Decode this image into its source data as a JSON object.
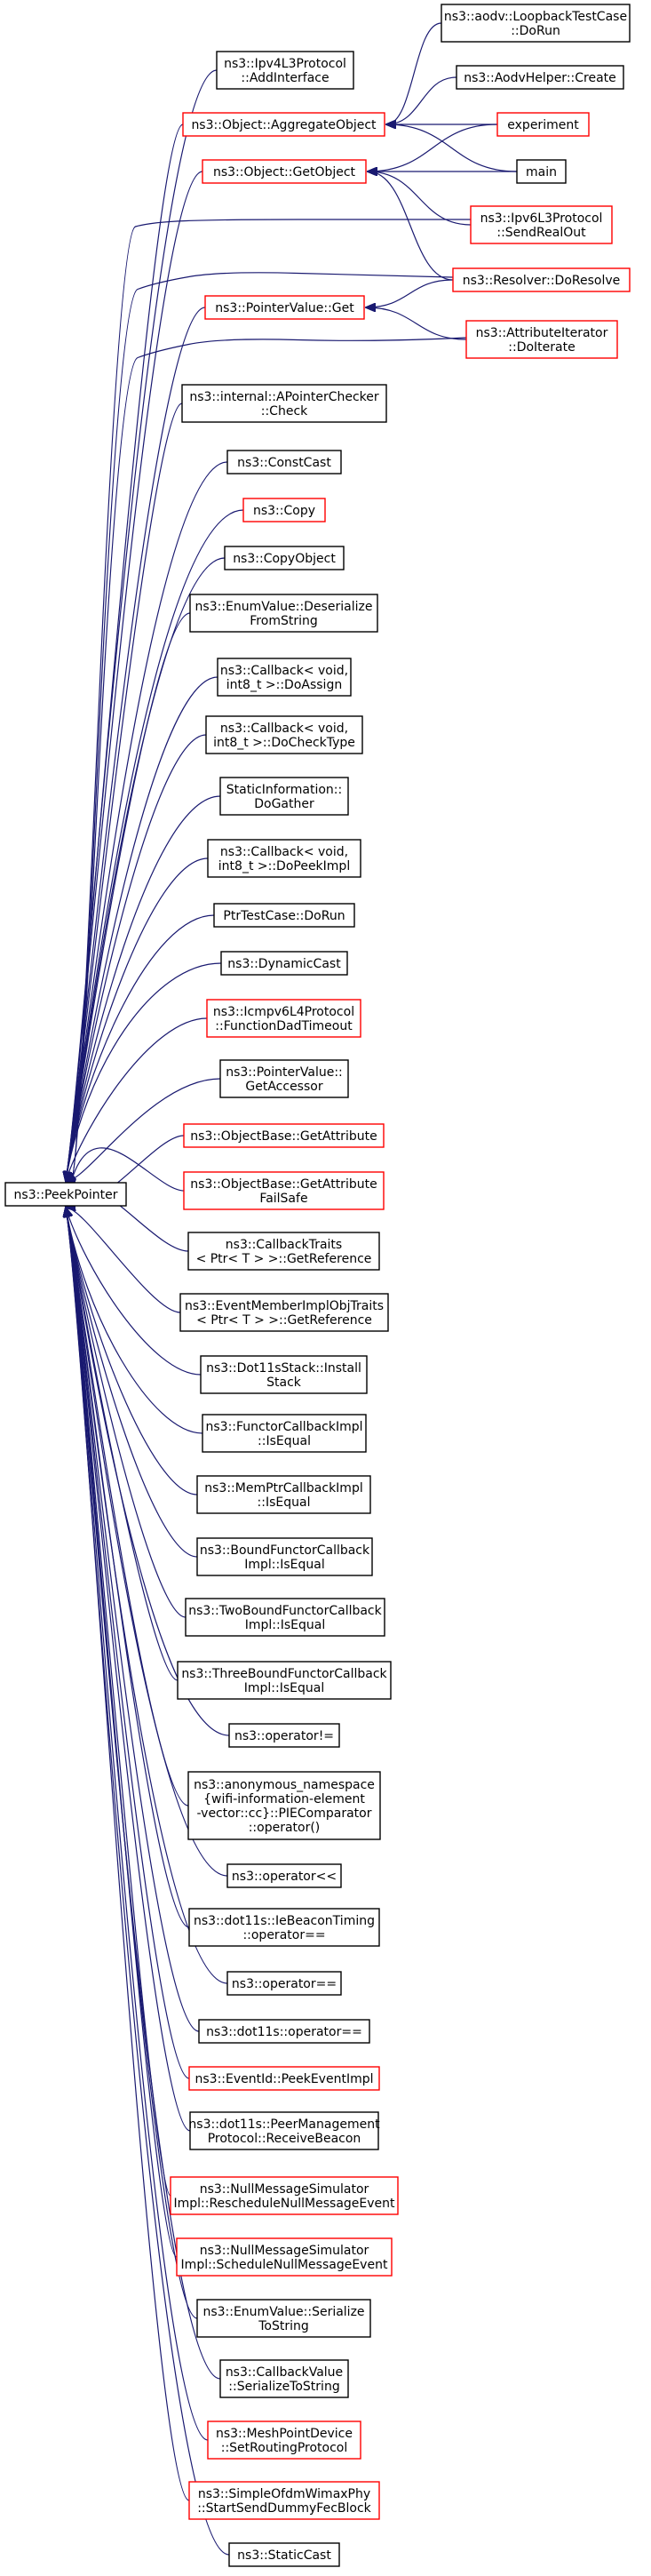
{
  "diagram": {
    "root": {
      "id": "peekpointer",
      "lines": [
        "ns3::PeekPointer"
      ]
    },
    "colors": {
      "edge": "#191970",
      "border_default": "#000000",
      "border_truncated": "#ff0000",
      "root_fill": "#bfbfbf",
      "root_border": "#000000"
    },
    "nodes": [
      {
        "id": "ipv4l3-addinterface",
        "lines": [
          "ns3::Ipv4L3Protocol",
          "::AddInterface"
        ],
        "border": "black"
      },
      {
        "id": "aggregateobject",
        "lines": [
          "ns3::Object::AggregateObject"
        ],
        "border": "red"
      },
      {
        "id": "getobject",
        "lines": [
          "ns3::Object::GetObject"
        ],
        "border": "red"
      },
      {
        "id": "pointervalue-get",
        "lines": [
          "ns3::PointerValue::Get"
        ],
        "border": "red"
      },
      {
        "id": "apointerchecker-check",
        "lines": [
          "ns3::internal::APointerChecker",
          "::Check"
        ],
        "border": "black"
      },
      {
        "id": "constcast",
        "lines": [
          "ns3::ConstCast"
        ],
        "border": "black"
      },
      {
        "id": "copy",
        "lines": [
          "ns3::Copy"
        ],
        "border": "red"
      },
      {
        "id": "copyobject",
        "lines": [
          "ns3::CopyObject"
        ],
        "border": "black"
      },
      {
        "id": "enumvalue-deserialize",
        "lines": [
          "ns3::EnumValue::Deserialize",
          "FromString"
        ],
        "border": "black"
      },
      {
        "id": "callback-doassign",
        "lines": [
          "ns3::Callback< void,",
          "int8_t >::DoAssign"
        ],
        "border": "black"
      },
      {
        "id": "callback-dochecktype",
        "lines": [
          "ns3::Callback< void,",
          "int8_t >::DoCheckType"
        ],
        "border": "black"
      },
      {
        "id": "staticinformation-dogather",
        "lines": [
          "StaticInformation::",
          "DoGather"
        ],
        "border": "black"
      },
      {
        "id": "callback-dopeekimpl",
        "lines": [
          "ns3::Callback< void,",
          "int8_t >::DoPeekImpl"
        ],
        "border": "black"
      },
      {
        "id": "ptrtestcase-dorun",
        "lines": [
          "PtrTestCase::DoRun"
        ],
        "border": "black"
      },
      {
        "id": "dynamiccast",
        "lines": [
          "ns3::DynamicCast"
        ],
        "border": "black"
      },
      {
        "id": "icmpv6l4-functiondadtimeout",
        "lines": [
          "ns3::Icmpv6L4Protocol",
          "::FunctionDadTimeout"
        ],
        "border": "red"
      },
      {
        "id": "pointervalue-getaccessor",
        "lines": [
          "ns3::PointerValue::",
          "GetAccessor"
        ],
        "border": "black"
      },
      {
        "id": "objectbase-getattribute",
        "lines": [
          "ns3::ObjectBase::GetAttribute"
        ],
        "border": "red"
      },
      {
        "id": "objectbase-getattributefailsafe",
        "lines": [
          "ns3::ObjectBase::GetAttribute",
          "FailSafe"
        ],
        "border": "red"
      },
      {
        "id": "callbacktraits-getreference",
        "lines": [
          "ns3::CallbackTraits",
          "< Ptr< T > >::GetReference"
        ],
        "border": "black"
      },
      {
        "id": "eventmemberimplobjtraits-getreference",
        "lines": [
          "ns3::EventMemberImplObjTraits",
          "< Ptr< T > >::GetReference"
        ],
        "border": "black"
      },
      {
        "id": "dot11sstack-installstack",
        "lines": [
          "ns3::Dot11sStack::Install",
          "Stack"
        ],
        "border": "black"
      },
      {
        "id": "functorcallbackimpl-isequal",
        "lines": [
          "ns3::FunctorCallbackImpl",
          "::IsEqual"
        ],
        "border": "black"
      },
      {
        "id": "memptrcallbackimpl-isequal",
        "lines": [
          "ns3::MemPtrCallbackImpl",
          "::IsEqual"
        ],
        "border": "black"
      },
      {
        "id": "boundfunctorcallbackimpl-isequal",
        "lines": [
          "ns3::BoundFunctorCallback",
          "Impl::IsEqual"
        ],
        "border": "black"
      },
      {
        "id": "twoboundfunctorcallbackimpl-isequal",
        "lines": [
          "ns3::TwoBoundFunctorCallback",
          "Impl::IsEqual"
        ],
        "border": "black"
      },
      {
        "id": "threeboundfunctorcallbackimpl-isequal",
        "lines": [
          "ns3::ThreeBoundFunctorCallback",
          "Impl::IsEqual"
        ],
        "border": "black"
      },
      {
        "id": "operator-ne",
        "lines": [
          "ns3::operator!="
        ],
        "border": "black"
      },
      {
        "id": "piecomparator-operator",
        "lines": [
          "ns3::anonymous_namespace",
          "{wifi-information-element",
          "-vector::cc}::PIEComparator",
          "::operator()"
        ],
        "border": "black"
      },
      {
        "id": "operator-shl",
        "lines": [
          "ns3::operator<<"
        ],
        "border": "black"
      },
      {
        "id": "iebeacontiming-operator-eq",
        "lines": [
          "ns3::dot11s::IeBeaconTiming",
          "::operator=="
        ],
        "border": "black"
      },
      {
        "id": "operator-eq",
        "lines": [
          "ns3::operator=="
        ],
        "border": "black"
      },
      {
        "id": "dot11s-operator-eq",
        "lines": [
          "ns3::dot11s::operator=="
        ],
        "border": "black"
      },
      {
        "id": "eventid-peekeventimpl",
        "lines": [
          "ns3::EventId::PeekEventImpl"
        ],
        "border": "red"
      },
      {
        "id": "peermanagementprotocol-receivebeacon",
        "lines": [
          "ns3::dot11s::PeerManagement",
          "Protocol::ReceiveBeacon"
        ],
        "border": "black"
      },
      {
        "id": "nullmessagesimulatorimpl-reschedule",
        "lines": [
          "ns3::NullMessageSimulator",
          "Impl::RescheduleNullMessageEvent"
        ],
        "border": "red"
      },
      {
        "id": "nullmessagesimulatorimpl-schedule",
        "lines": [
          "ns3::NullMessageSimulator",
          "Impl::ScheduleNullMessageEvent"
        ],
        "border": "red"
      },
      {
        "id": "enumvalue-serializetostring",
        "lines": [
          "ns3::EnumValue::Serialize",
          "ToString"
        ],
        "border": "black"
      },
      {
        "id": "callbackvalue-serializetostring",
        "lines": [
          "ns3::CallbackValue",
          "::SerializeToString"
        ],
        "border": "black"
      },
      {
        "id": "meshpointdevice-setroutingprotocol",
        "lines": [
          "ns3::MeshPointDevice",
          "::SetRoutingProtocol"
        ],
        "border": "red"
      },
      {
        "id": "simpleofdmwimaxphy-startsenddummyfecblock",
        "lines": [
          "ns3::SimpleOfdmWimaxPhy",
          "::StartSendDummyFecBlock"
        ],
        "border": "red"
      },
      {
        "id": "staticcast",
        "lines": [
          "ns3::StaticCast"
        ],
        "border": "black"
      },
      {
        "id": "loopbacktestcase-dorun",
        "lines": [
          "ns3::aodv::LoopbackTestCase",
          "::DoRun"
        ],
        "border": "black"
      },
      {
        "id": "aodvhelper-create",
        "lines": [
          "ns3::AodvHelper::Create"
        ],
        "border": "black"
      },
      {
        "id": "experiment",
        "lines": [
          "experiment"
        ],
        "border": "red"
      },
      {
        "id": "main",
        "lines": [
          "main"
        ],
        "border": "black"
      },
      {
        "id": "ipv6l3-sendrealout",
        "lines": [
          "ns3::Ipv6L3Protocol",
          "::SendRealOut"
        ],
        "border": "red"
      },
      {
        "id": "resolver-doresolve",
        "lines": [
          "ns3::Resolver::DoResolve"
        ],
        "border": "red"
      },
      {
        "id": "attributeiterator-doiterate",
        "lines": [
          "ns3::AttributeIterator",
          "::DoIterate"
        ],
        "border": "red"
      }
    ],
    "edges": [
      [
        "ipv4l3-addinterface",
        "peekpointer"
      ],
      [
        "aggregateobject",
        "peekpointer"
      ],
      [
        "getobject",
        "peekpointer"
      ],
      [
        "pointervalue-get",
        "peekpointer"
      ],
      [
        "apointerchecker-check",
        "peekpointer"
      ],
      [
        "constcast",
        "peekpointer"
      ],
      [
        "copy",
        "peekpointer"
      ],
      [
        "copyobject",
        "peekpointer"
      ],
      [
        "enumvalue-deserialize",
        "peekpointer"
      ],
      [
        "callback-doassign",
        "peekpointer"
      ],
      [
        "callback-dochecktype",
        "peekpointer"
      ],
      [
        "staticinformation-dogather",
        "peekpointer"
      ],
      [
        "callback-dopeekimpl",
        "peekpointer"
      ],
      [
        "ptrtestcase-dorun",
        "peekpointer"
      ],
      [
        "dynamiccast",
        "peekpointer"
      ],
      [
        "icmpv6l4-functiondadtimeout",
        "peekpointer"
      ],
      [
        "pointervalue-getaccessor",
        "peekpointer"
      ],
      [
        "objectbase-getattribute",
        "peekpointer"
      ],
      [
        "objectbase-getattributefailsafe",
        "peekpointer"
      ],
      [
        "callbacktraits-getreference",
        "peekpointer"
      ],
      [
        "eventmemberimplobjtraits-getreference",
        "peekpointer"
      ],
      [
        "dot11sstack-installstack",
        "peekpointer"
      ],
      [
        "functorcallbackimpl-isequal",
        "peekpointer"
      ],
      [
        "memptrcallbackimpl-isequal",
        "peekpointer"
      ],
      [
        "boundfunctorcallbackimpl-isequal",
        "peekpointer"
      ],
      [
        "twoboundfunctorcallbackimpl-isequal",
        "peekpointer"
      ],
      [
        "threeboundfunctorcallbackimpl-isequal",
        "peekpointer"
      ],
      [
        "operator-ne",
        "peekpointer"
      ],
      [
        "piecomparator-operator",
        "peekpointer"
      ],
      [
        "operator-shl",
        "peekpointer"
      ],
      [
        "iebeacontiming-operator-eq",
        "peekpointer"
      ],
      [
        "operator-eq",
        "peekpointer"
      ],
      [
        "dot11s-operator-eq",
        "peekpointer"
      ],
      [
        "eventid-peekeventimpl",
        "peekpointer"
      ],
      [
        "peermanagementprotocol-receivebeacon",
        "peekpointer"
      ],
      [
        "nullmessagesimulatorimpl-reschedule",
        "peekpointer"
      ],
      [
        "nullmessagesimulatorimpl-schedule",
        "peekpointer"
      ],
      [
        "enumvalue-serializetostring",
        "peekpointer"
      ],
      [
        "callbackvalue-serializetostring",
        "peekpointer"
      ],
      [
        "meshpointdevice-setroutingprotocol",
        "peekpointer"
      ],
      [
        "simpleofdmwimaxphy-startsenddummyfecblock",
        "peekpointer"
      ],
      [
        "staticcast",
        "peekpointer"
      ],
      [
        "ipv6l3-sendrealout",
        "peekpointer"
      ],
      [
        "resolver-doresolve",
        "peekpointer"
      ],
      [
        "attributeiterator-doiterate",
        "peekpointer"
      ],
      [
        "loopbacktestcase-dorun",
        "aggregateobject"
      ],
      [
        "aodvhelper-create",
        "aggregateobject"
      ],
      [
        "experiment",
        "aggregateobject"
      ],
      [
        "main",
        "aggregateobject"
      ],
      [
        "experiment",
        "getobject"
      ],
      [
        "main",
        "getobject"
      ],
      [
        "ipv6l3-sendrealout",
        "getobject"
      ],
      [
        "resolver-doresolve",
        "getobject"
      ],
      [
        "resolver-doresolve",
        "pointervalue-get"
      ],
      [
        "attributeiterator-doiterate",
        "pointervalue-get"
      ]
    ]
  }
}
